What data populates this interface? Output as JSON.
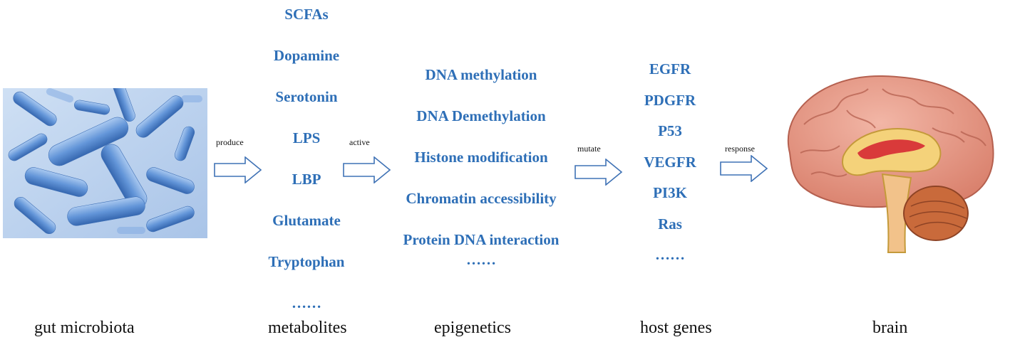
{
  "stages": {
    "microbiota": {
      "label": "gut microbiota"
    },
    "metabolites": {
      "label": "metabolites",
      "items": [
        "SCFAs",
        "Dopamine",
        "Serotonin",
        "LPS",
        "LBP",
        "Glutamate",
        "Tryptophan",
        "……"
      ]
    },
    "epigenetics": {
      "label": "epigenetics",
      "items": [
        "DNA methylation",
        "DNA Demethylation",
        "Histone modification",
        "Chromatin accessibility",
        "Protein DNA interaction",
        "……"
      ]
    },
    "host_genes": {
      "label": "host genes",
      "items": [
        "EGFR",
        "PDGFR",
        "P53",
        "VEGFR",
        "PI3K",
        "Ras",
        "……"
      ]
    },
    "brain": {
      "label": "brain"
    }
  },
  "arrows": [
    "produce",
    "active",
    "mutate",
    "response"
  ],
  "colors": {
    "item_text": "#2e6fb7",
    "bacteria": "#5b8fd4",
    "brain": "#e4998a"
  }
}
